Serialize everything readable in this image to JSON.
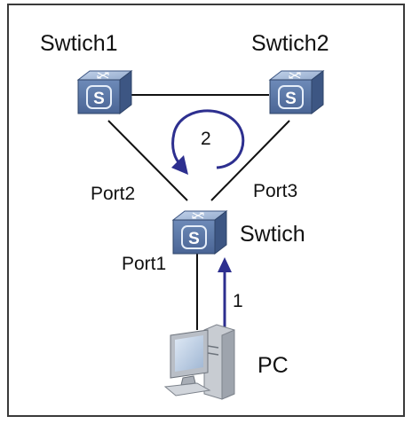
{
  "nodes": {
    "switch1": {
      "label": "Swtich1",
      "badge": "S"
    },
    "switch2": {
      "label": "Swtich2",
      "badge": "S"
    },
    "switch": {
      "label": "Swtich",
      "badge": "S"
    },
    "pc": {
      "label": "PC"
    }
  },
  "ports": {
    "port1": "Port1",
    "port2": "Port2",
    "port3": "Port3"
  },
  "steps": {
    "step1": "1",
    "step2": "2"
  },
  "colors": {
    "frame": "#3a3a3a",
    "link": "#111111",
    "arrow": "#2d2f8f",
    "device_front": "#5b78a6",
    "device_top": "#a9bedd",
    "device_side": "#3d5683"
  }
}
